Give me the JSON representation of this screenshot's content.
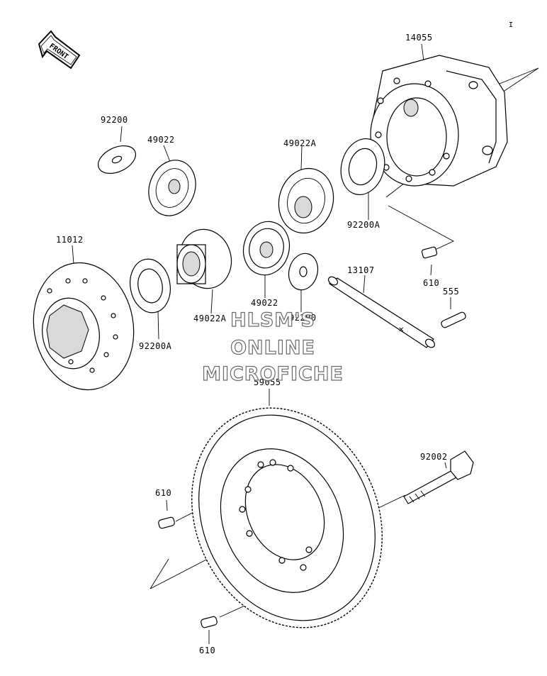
{
  "front_arrow": {
    "label": "FRONT"
  },
  "corner_mark": "I",
  "parts": [
    {
      "id": "p14055",
      "number": "14055"
    },
    {
      "id": "p92200",
      "number": "92200"
    },
    {
      "id": "p49022_top",
      "number": "49022"
    },
    {
      "id": "p49022A_top",
      "number": "49022A"
    },
    {
      "id": "p92200A_right",
      "number": "92200A"
    },
    {
      "id": "p11012",
      "number": "11012"
    },
    {
      "id": "p13107",
      "number": "13107"
    },
    {
      "id": "p610_top",
      "number": "610"
    },
    {
      "id": "p555",
      "number": "555"
    },
    {
      "id": "p49022_mid",
      "number": "49022"
    },
    {
      "id": "p49022A_mid",
      "number": "49022A"
    },
    {
      "id": "p92200_mid",
      "number": "92200"
    },
    {
      "id": "p92200A_left",
      "number": "92200A"
    },
    {
      "id": "p59055",
      "number": "59055"
    },
    {
      "id": "p92002",
      "number": "92002"
    },
    {
      "id": "p610_left",
      "number": "610"
    },
    {
      "id": "p610_bottom",
      "number": "610"
    }
  ],
  "watermark": {
    "line1": "HLSM'S",
    "line2": "ONLINE",
    "line3": "MICROFICHE"
  }
}
